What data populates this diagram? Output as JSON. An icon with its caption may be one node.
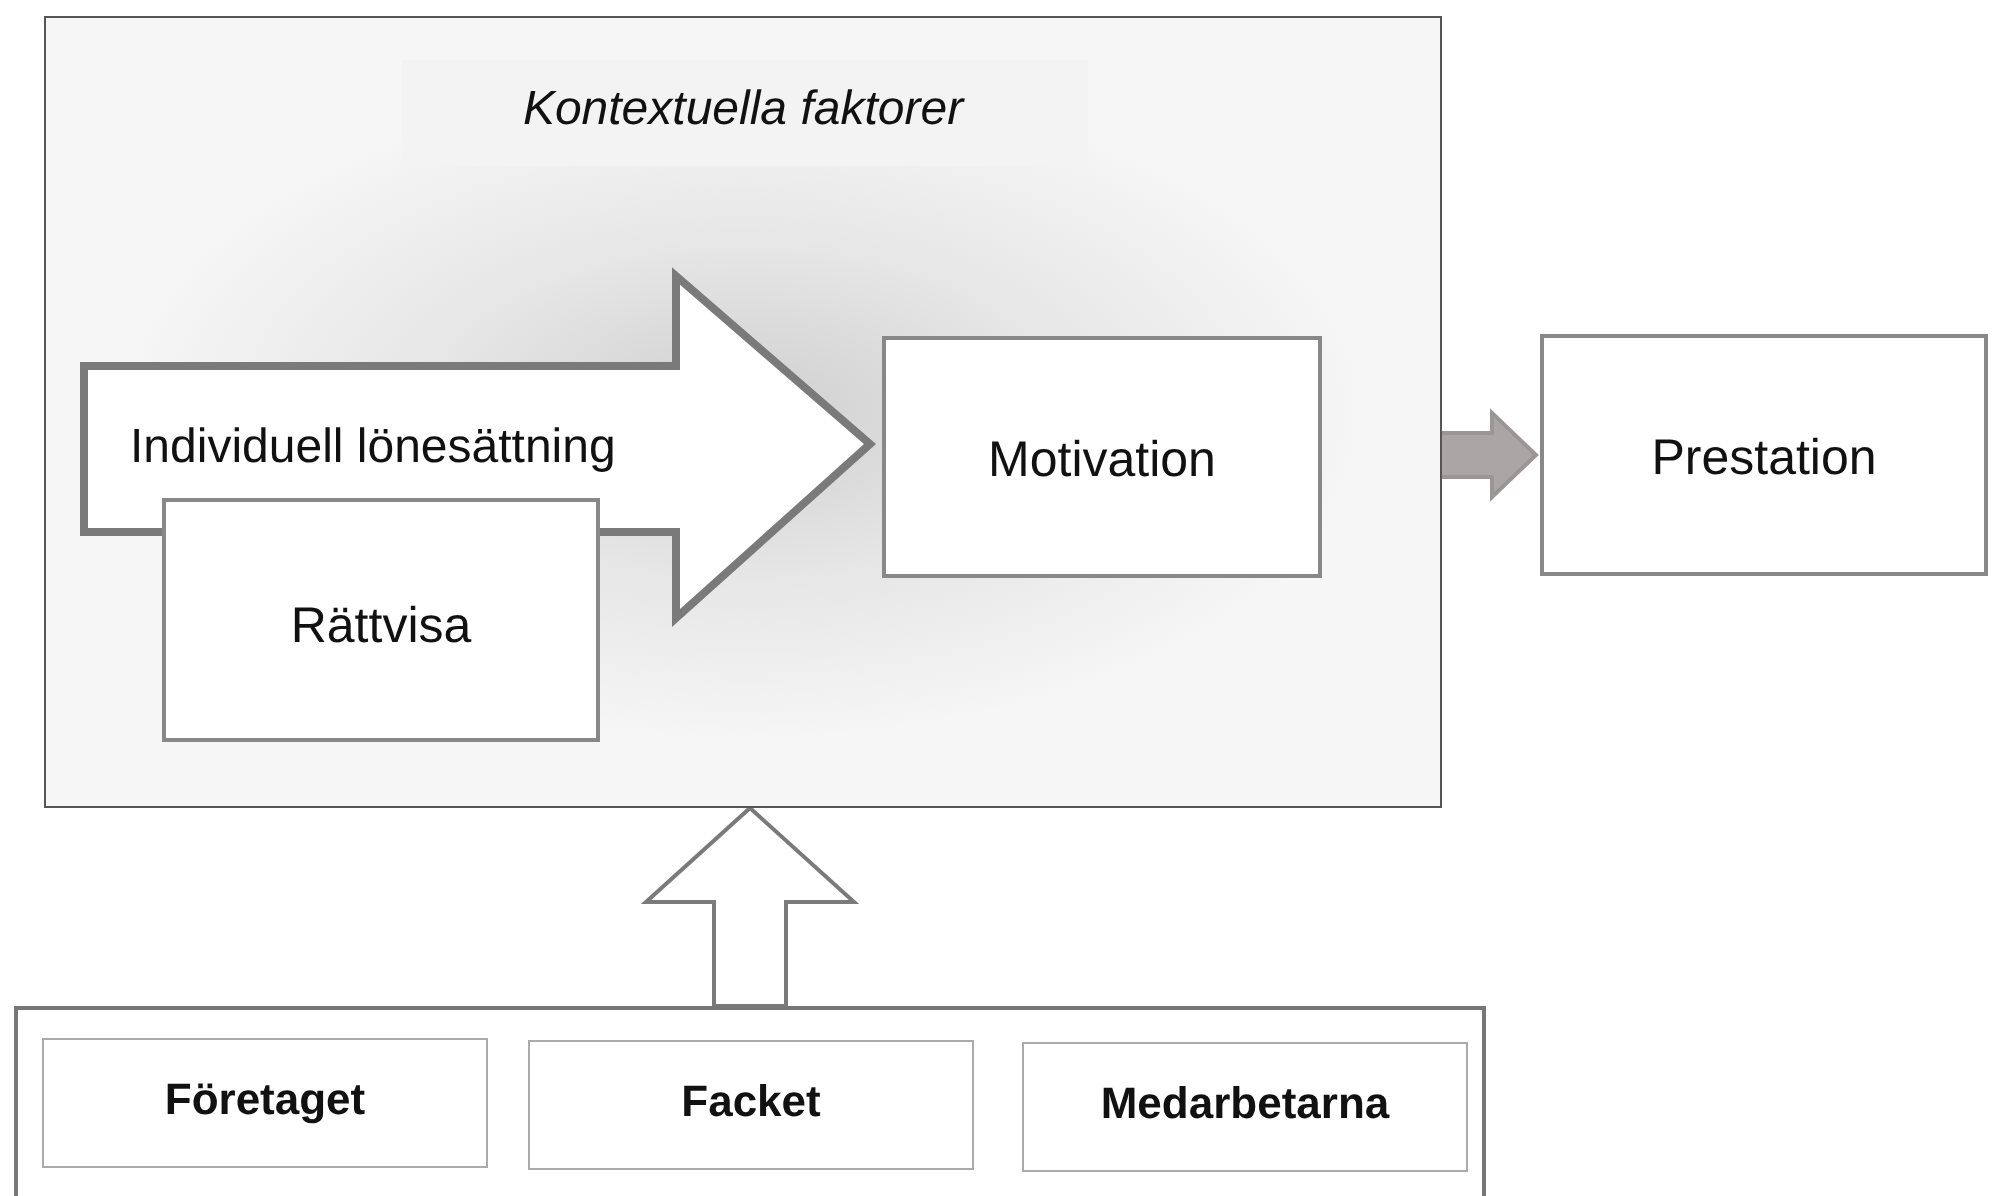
{
  "diagram": {
    "nodes": [
      {
        "text": [
          "Kontextuella faktorer"
        ]
      },
      {
        "text": [
          "Individuell lönesättning"
        ],
        "in": 0
      },
      {
        "text": [
          "Rättvisa"
        ],
        "in": 0
      },
      {
        "text": [
          "Motivation"
        ],
        "in": 0
      },
      {
        "text": [
          "Prestation"
        ]
      },
      {
        "text": [],
        "shape": "box"
      },
      {
        "text": [
          "Företaget"
        ],
        "in": 5
      },
      {
        "text": [
          "Facket"
        ],
        "in": 5
      },
      {
        "text": [
          "Medarbetarna"
        ],
        "in": 5
      }
    ],
    "edges": [
      {
        "from": 3,
        "to": 4,
        "arrow": "to",
        "color": "#aaa6a6"
      },
      {
        "from": 5,
        "to": 0,
        "arrow": "to"
      }
    ]
  }
}
